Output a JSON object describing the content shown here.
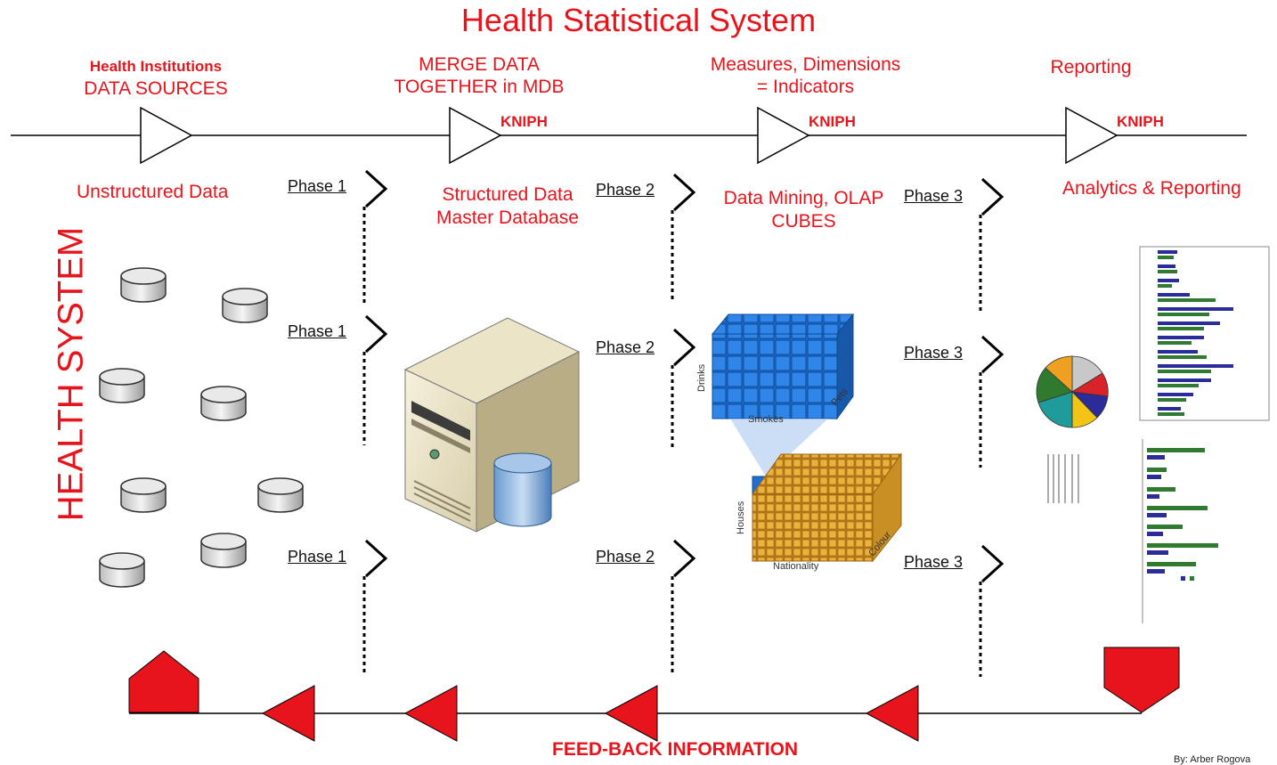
{
  "title": "Health Statistical System",
  "stages": [
    {
      "heading": "Health Institutions",
      "label": "DATA SOURCES",
      "badge": ""
    },
    {
      "heading": "",
      "label_line1": "MERGE DATA",
      "label_line2": "TOGETHER in MDB",
      "badge": "KNIPH"
    },
    {
      "heading": "",
      "label_line1": "Measures, Dimensions",
      "label_line2": "= Indicators",
      "badge": "KNIPH"
    },
    {
      "heading": "",
      "label": "Reporting",
      "badge": "KNIPH"
    }
  ],
  "subtitles": {
    "unstructured": "Unstructured Data",
    "structured_line1": "Structured Data",
    "structured_line2": "Master Database",
    "mining_line1": "Data Mining, OLAP",
    "mining_line2": "CUBES",
    "analytics": "Analytics & Reporting"
  },
  "phases": {
    "p1": "Phase 1",
    "p2": "Phase 2",
    "p3": "Phase 3"
  },
  "side_label": "HEALTH SYSTEM",
  "cube_small": {
    "x": "Smokes",
    "y": "Drinks",
    "z": "Pets"
  },
  "cube_large": {
    "x": "Nationality",
    "y": "Houses",
    "z": "Colour"
  },
  "feedback": "FEED-BACK INFORMATION",
  "credit": "By: Arber Rogova",
  "colors": {
    "accent": "#e8141c",
    "line": "#000000",
    "cube_blue": "#1e6fd0",
    "cube_orange": "#e0a32a"
  },
  "icons": [
    "database-icon",
    "server-icon",
    "cube-icon",
    "chart-icon",
    "pentagon-icon",
    "triangle-arrow-icon"
  ]
}
